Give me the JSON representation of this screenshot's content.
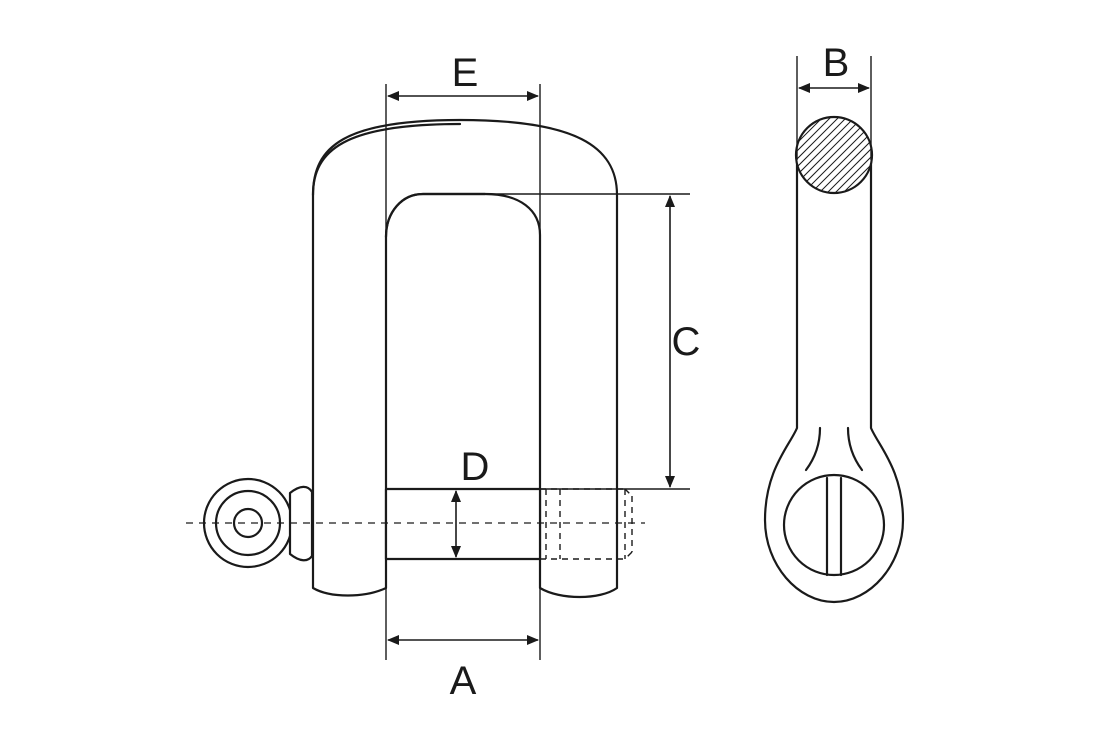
{
  "diagram": {
    "dimensions": {
      "a": "A",
      "b": "B",
      "c": "C",
      "d": "D",
      "e": "E"
    }
  }
}
